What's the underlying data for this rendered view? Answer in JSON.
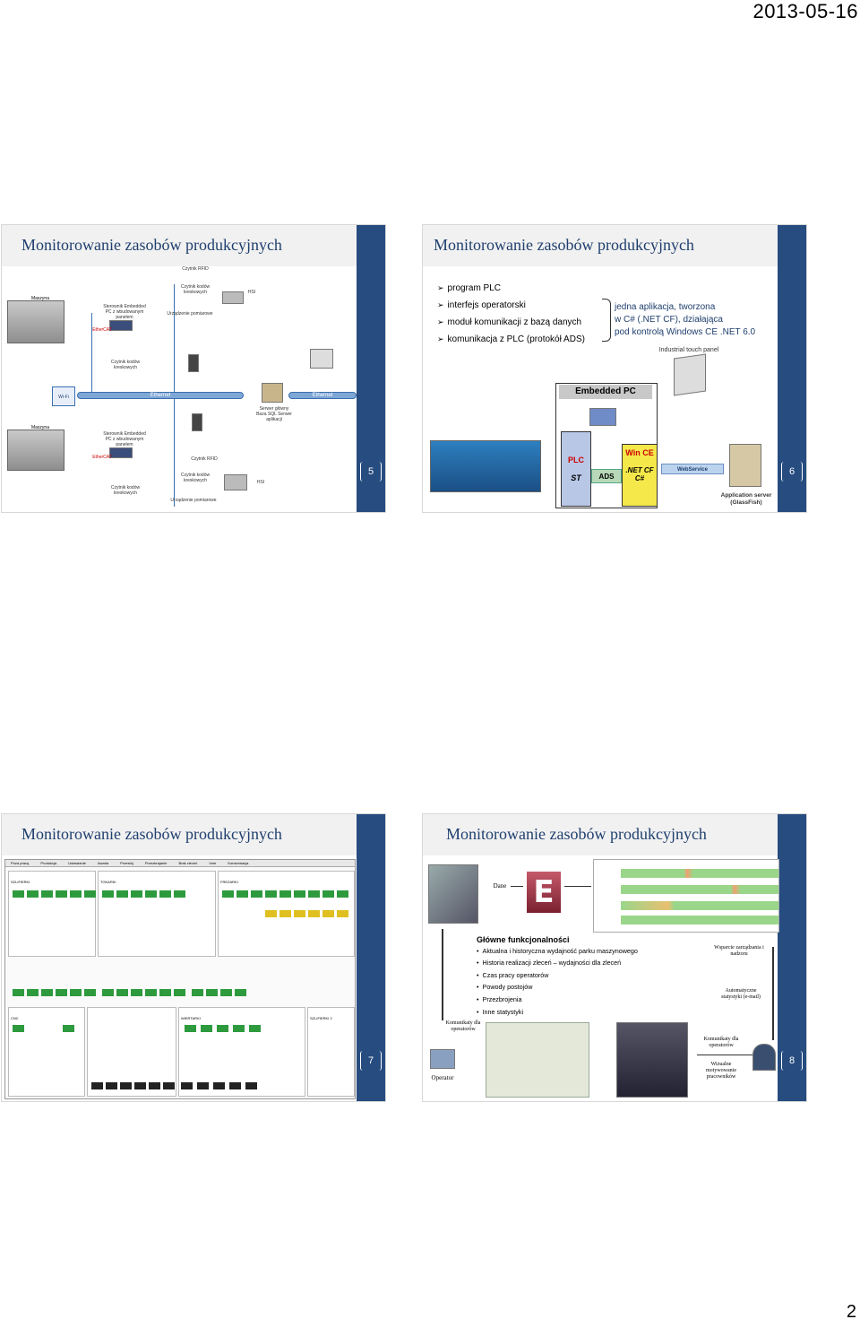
{
  "header": {
    "date": "2013-05-16"
  },
  "footer": {
    "page_number": "2"
  },
  "slides": [
    {
      "title": "Monitorowanie zasobów produkcyjnych",
      "number": "5",
      "labels": {
        "czytnik_rfid_top": "Czytnik RFID",
        "czytnik_kodow_top": "Czytnik kodów kreskowych",
        "maszyna_1": "Maszyna",
        "sterownik_1": "Sterownik Embedded PC z wbudowanym panelem",
        "ethercat_1": "EtherCAT",
        "urzadzenie_1": "Urządzenie pomiarowe",
        "hsi_1": "HSI",
        "czytnik_kodow_mid": "Czytnik kodów kreskowych",
        "wifi": "Wi-Fi",
        "ethernet_1": "Ethernet",
        "ethernet_2": "Ethernet",
        "serwer": "Serwer główny Baza SQL Serwer aplikacji",
        "maszyna_2": "Maszyna",
        "sterownik_2": "Sterownik Embedded PC z wbudowanym panelem",
        "ethercat_2": "EtherCAT",
        "czytnik_rfid_bot": "Czytnik RFID",
        "czytnik_kodow_bot2": "Czytnik kodów kreskowych",
        "hsi_2": "HSI",
        "czytnik_kodow_bot": "Czytnik kodów kreskowych",
        "urzadzenie_2": "Urządzenie pomiarowe"
      }
    },
    {
      "title": "Monitorowanie zasobów produkcyjnych",
      "number": "6",
      "bullets": [
        "program PLC",
        "interfejs operatorski",
        "moduł komunikacji z bazą danych",
        "komunikacja z  PLC (protokół ADS)"
      ],
      "brace_lines": [
        "jedna aplikacja, tworzona",
        "w C# (.NET CF),  działająca",
        "pod kontrolą Windows CE .NET 6.0"
      ],
      "labels": {
        "touch_panel": "Industrial touch panel",
        "embedded_pc": "Embedded PC",
        "plc": "PLC",
        "st": "ST",
        "ads": "ADS",
        "wince": "Win CE",
        "netcf": ".NET CF",
        "csharp": "C#",
        "webservice": "WebService",
        "app_server": "Application server (GlassFish)"
      }
    },
    {
      "title": "Monitorowanie zasobów produkcyjnych",
      "number": "7",
      "legend": [
        "Poza pracą",
        "Produkcja",
        "Ustawianie",
        "Awaria",
        "Przestój",
        "Przezbrajanie",
        "Brak zleceń",
        "Inne",
        "Konserwacja"
      ],
      "groups": [
        "SZLIFIERKI",
        "TOKARKI",
        "FREZARKI",
        "CNC",
        "WIERTARKI",
        "SZLIFIERKI 2"
      ]
    },
    {
      "title": "Monitorowanie zasobów produkcyjnych",
      "number": "8",
      "labels": {
        "dane": "Dane",
        "komunikaty_op": "Komunikaty dla operatorów",
        "operator": "Operator",
        "wsparcie": "Wsparcie zarządzania i nadzoru",
        "automatyczne": "Automatyczne statystyki (e-mail)",
        "komunikaty_op2": "Komunikaty dla operatorów",
        "wizualne": "Wizualne motywowanie pracowników"
      },
      "features_title": "Główne funkcjonalności",
      "features": [
        "Aktualna i historyczna wydajność parku maszynowego",
        "Historia realizacji zleceń – wydajności dla zleceń",
        "Czas pracy operatorów",
        "Powody postojów",
        "Przezbrojenia",
        "Inne statystyki"
      ]
    }
  ],
  "colors": {
    "accent": "#264c80",
    "title": "#1f3f6e",
    "ok": "#2e9a3e",
    "warn": "#e0c020",
    "err": "#d03030"
  }
}
